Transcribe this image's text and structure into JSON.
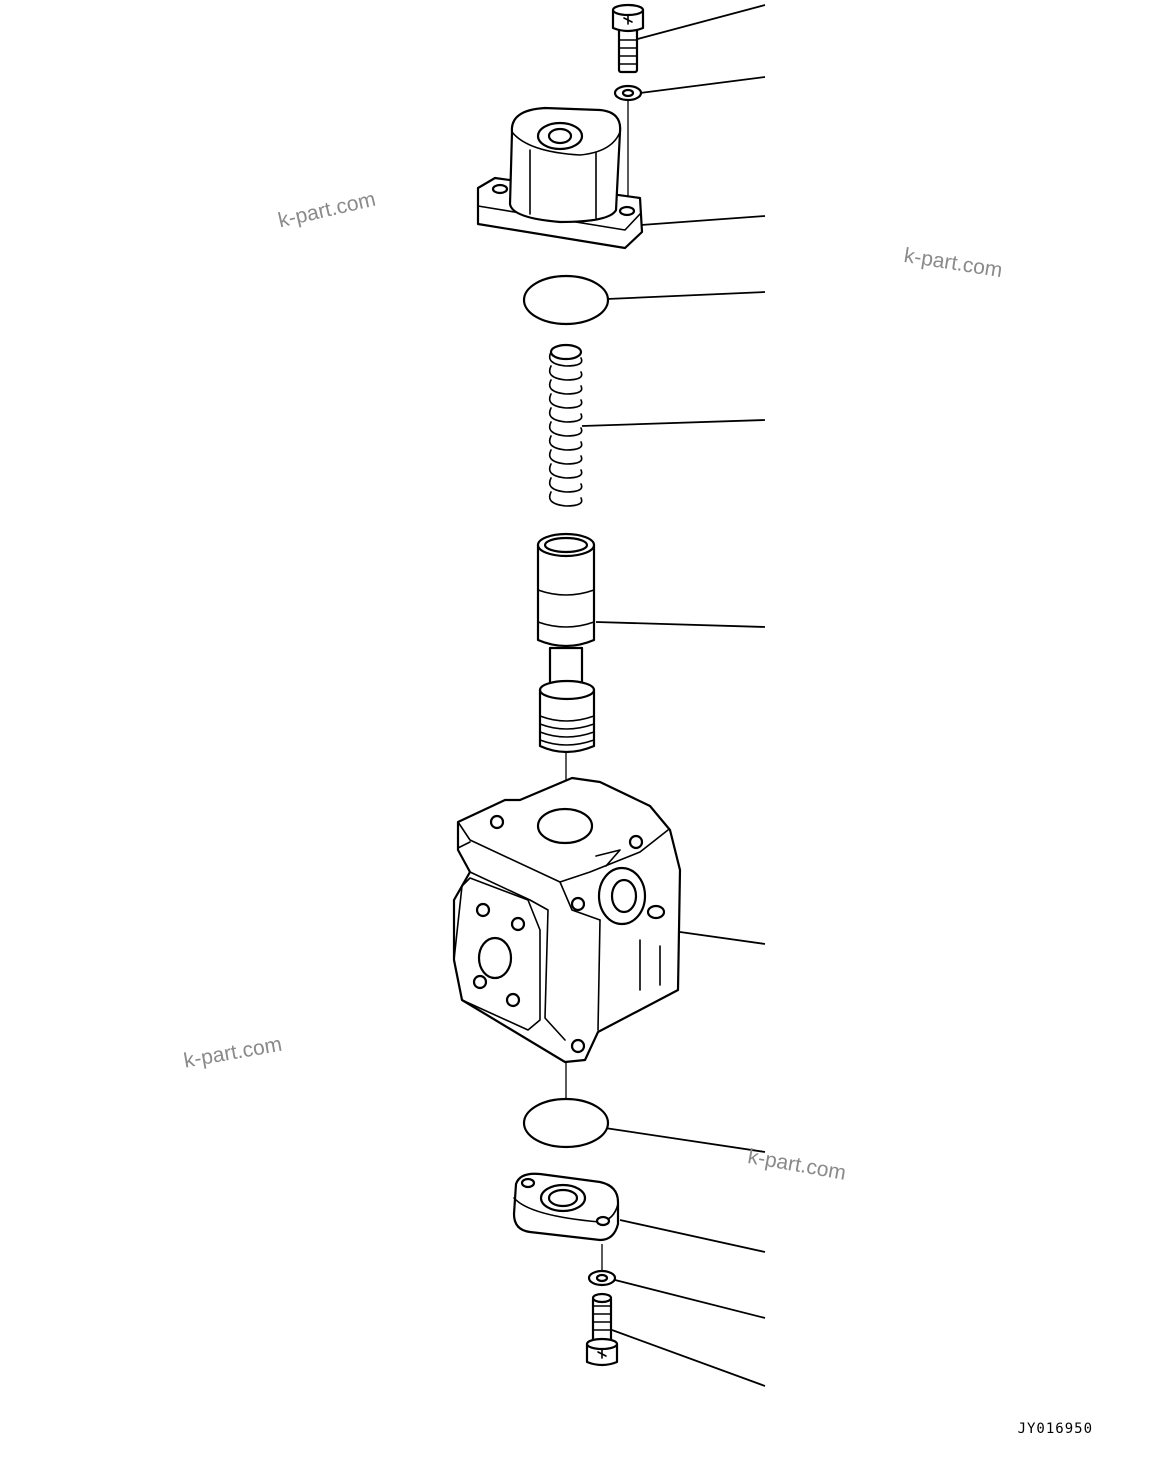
{
  "drawing_code": "JY016950",
  "watermark": {
    "text": "k-part.com"
  },
  "parts": [
    {
      "name": "top-bolt"
    },
    {
      "name": "top-washer"
    },
    {
      "name": "top-cover"
    },
    {
      "name": "top-o-ring"
    },
    {
      "name": "spring"
    },
    {
      "name": "spool"
    },
    {
      "name": "valve-body"
    },
    {
      "name": "bottom-o-ring"
    },
    {
      "name": "bottom-cover"
    },
    {
      "name": "bottom-washer"
    },
    {
      "name": "bottom-bolt"
    }
  ]
}
